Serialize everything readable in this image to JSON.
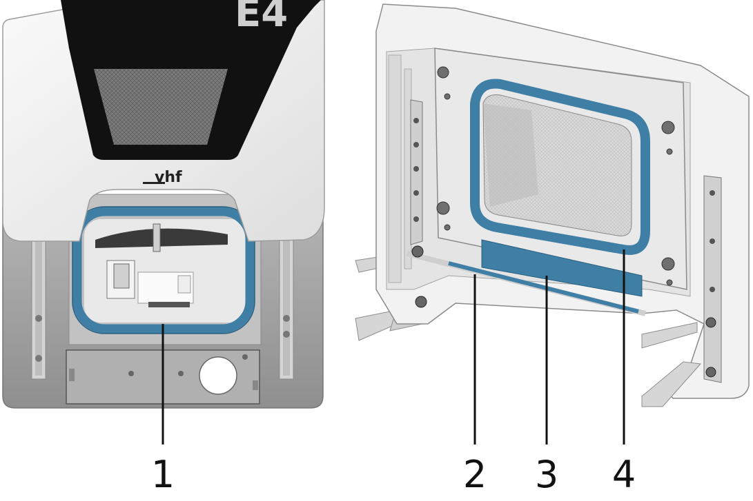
{
  "left_view": {
    "logo": "vhf",
    "model": "E4"
  },
  "callouts": [
    {
      "label": "1"
    },
    {
      "label": "2"
    },
    {
      "label": "3"
    },
    {
      "label": "4"
    }
  ],
  "colors": {
    "seal_blue": "#3f7ea5",
    "housing_light": "#eeeeee",
    "housing_gray": "#a5a5a5",
    "front_black": "#111111",
    "callout_line": "#111111"
  }
}
